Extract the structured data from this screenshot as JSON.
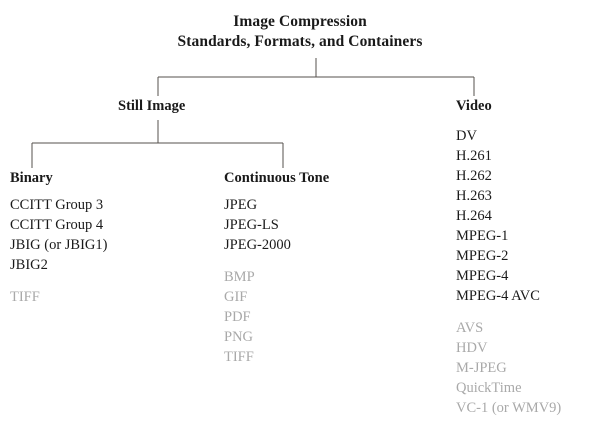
{
  "title": {
    "line1": "Image Compression",
    "line2": "Standards, Formats, and Containers"
  },
  "colors": {
    "background": "#ffffff",
    "text": "#1a1a1a",
    "muted_text": "#a9a9a9",
    "connector_line": "#55504c"
  },
  "branches": {
    "still_image": {
      "label": "Still Image"
    },
    "video": {
      "label": "Video"
    }
  },
  "columns": {
    "binary": {
      "heading": "Binary",
      "primary_items": [
        "CCITT Group 3",
        "CCITT Group 4",
        "JBIG (or JBIG1)",
        "JBIG2"
      ],
      "muted_items": [
        "TIFF"
      ]
    },
    "continuous_tone": {
      "heading": "Continuous Tone",
      "primary_items": [
        "JPEG",
        "JPEG-LS",
        "JPEG-2000"
      ],
      "muted_items": [
        "BMP",
        "GIF",
        "PDF",
        "PNG",
        "TIFF"
      ]
    },
    "video": {
      "heading": "Video",
      "primary_items": [
        "DV",
        "H.261",
        "H.262",
        "H.263",
        "H.264",
        "MPEG-1",
        "MPEG-2",
        "MPEG-4",
        "MPEG-4 AVC"
      ],
      "muted_items": [
        "AVS",
        "HDV",
        "M-JPEG",
        "QuickTime",
        "VC-1 (or WMV9)"
      ]
    }
  }
}
